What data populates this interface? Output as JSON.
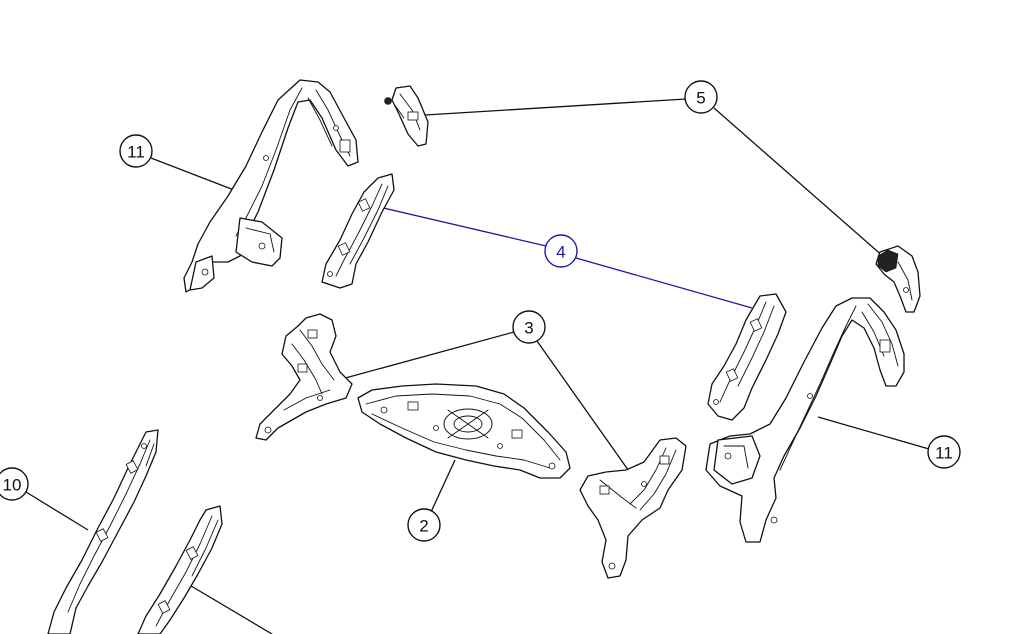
{
  "colors": {
    "line": "#111111",
    "highlight": "#1a1aa8",
    "background": "#ffffff"
  },
  "callouts": [
    {
      "id": "c11a",
      "label": "11",
      "highlighted": false
    },
    {
      "id": "c5",
      "label": "5",
      "highlighted": false
    },
    {
      "id": "c4",
      "label": "4",
      "highlighted": true
    },
    {
      "id": "c3",
      "label": "3",
      "highlighted": false
    },
    {
      "id": "c11b",
      "label": "11",
      "highlighted": false
    },
    {
      "id": "c2",
      "label": "2",
      "highlighted": false
    },
    {
      "id": "c10",
      "label": "10",
      "highlighted": false
    }
  ]
}
